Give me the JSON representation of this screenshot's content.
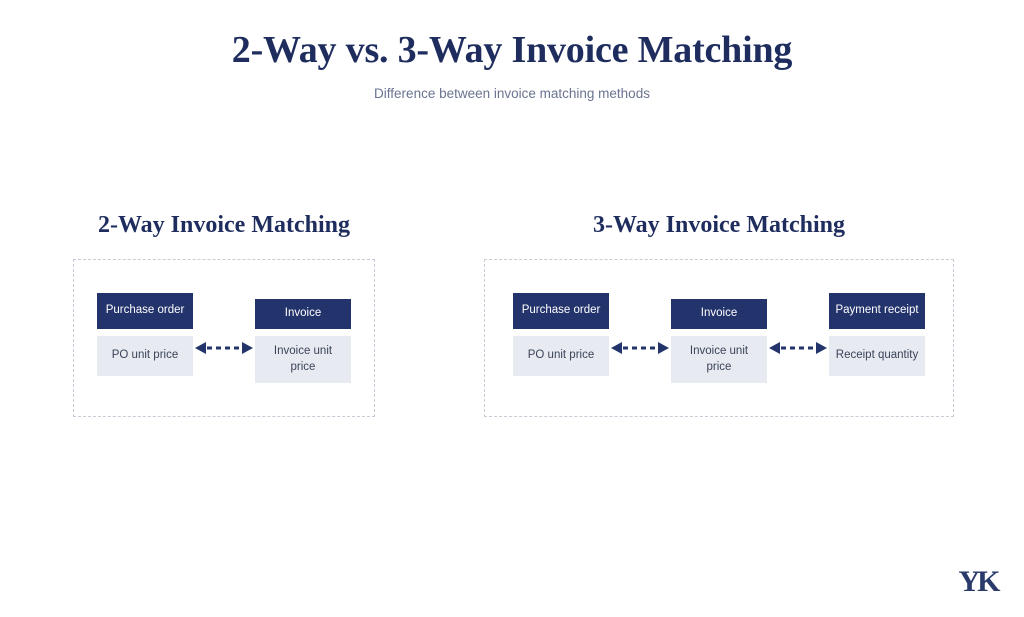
{
  "header": {
    "title": "2-Way vs. 3-Way Invoice Matching",
    "subtitle": "Difference between invoice matching methods"
  },
  "colors": {
    "navy": "#23336b",
    "title_navy": "#1e2d5e",
    "body_fill": "#e7ebf1",
    "body_text": "#3a4258",
    "subtitle_text": "#6b7490",
    "panel_border": "#c9ccd6",
    "background": "#ffffff"
  },
  "panels": [
    {
      "heading": "2-Way Invoice Matching",
      "nodes": [
        {
          "header": "Purchase order",
          "body": "PO unit price",
          "single_line": false
        },
        {
          "header": "Invoice",
          "body": "Invoice unit price",
          "single_line": true
        }
      ],
      "arrows": [
        {
          "name": "bidirectional-dashed-arrow",
          "direction": "both",
          "style": "dashed"
        }
      ]
    },
    {
      "heading": "3-Way Invoice Matching",
      "nodes": [
        {
          "header": "Purchase order",
          "body": "PO unit price",
          "single_line": false
        },
        {
          "header": "Invoice",
          "body": "Invoice unit price",
          "single_line": true
        },
        {
          "header": "Payment receipt",
          "body": "Receipt quantity",
          "single_line": false
        }
      ],
      "arrows": [
        {
          "name": "bidirectional-dashed-arrow",
          "direction": "both",
          "style": "dashed"
        },
        {
          "name": "bidirectional-dashed-arrow",
          "direction": "both",
          "style": "dashed"
        }
      ]
    }
  ],
  "logo": {
    "text": "YK",
    "name": "brand-logo"
  }
}
